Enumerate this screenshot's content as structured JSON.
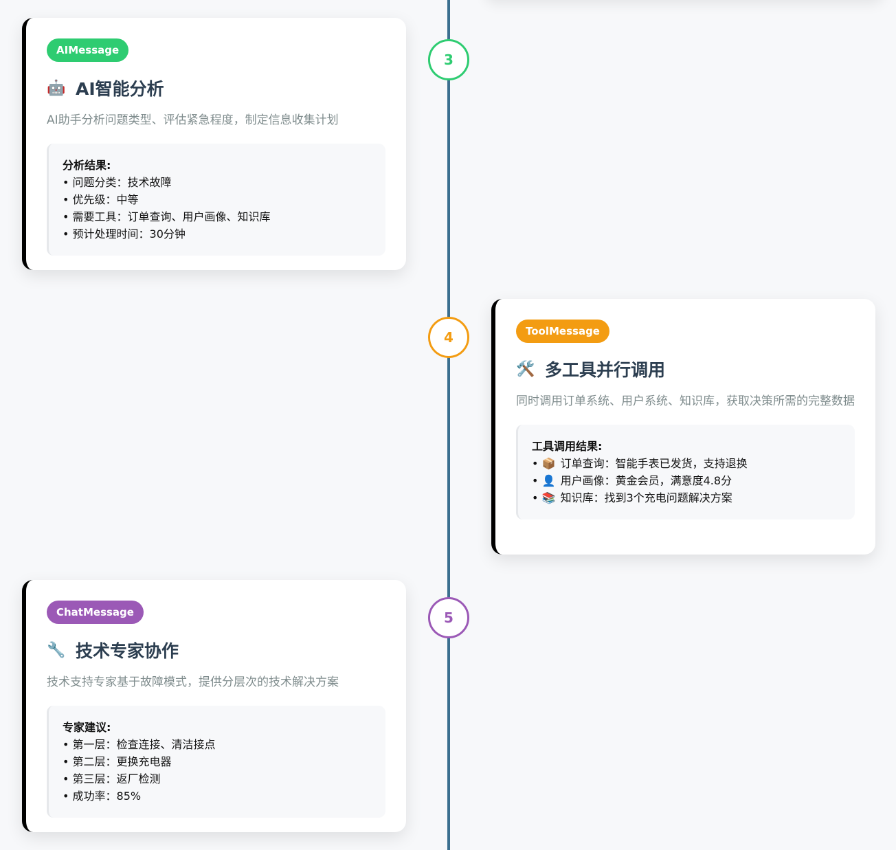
{
  "colors": {
    "timeline": "#3b6f8f",
    "ai": "#2ecc71",
    "tool": "#f39c12",
    "chat": "#9b59b6"
  },
  "steps": [
    {
      "number": "3",
      "badge": "AIMessage",
      "icon_name": "robot-icon",
      "icon": "🤖",
      "title": "AI智能分析",
      "desc": "AI助手分析问题类型、评估紧急程度，制定信息收集计划",
      "detail_label": "分析结果:",
      "detail_items": [
        "问题分类：技术故障",
        "优先级：中等",
        "需要工具：订单查询、用户画像、知识库",
        "预计处理时间：30分钟"
      ]
    },
    {
      "number": "4",
      "badge": "ToolMessage",
      "icon_name": "tools-icon",
      "icon": "🛠️",
      "title": "多工具并行调用",
      "desc": "同时调用订单系统、用户系统、知识库，获取决策所需的完整数据",
      "detail_label": "工具调用结果:",
      "detail_items": [
        {
          "icon_name": "package-icon",
          "icon": "📦",
          "text": "订单查询：智能手表已发货，支持退换"
        },
        {
          "icon_name": "user-icon",
          "icon": "👤",
          "text": "用户画像：黄金会员，满意度4.8分"
        },
        {
          "icon_name": "books-icon",
          "icon": "📚",
          "text": "知识库：找到3个充电问题解决方案"
        }
      ]
    },
    {
      "number": "5",
      "badge": "ChatMessage",
      "icon_name": "wrench-icon",
      "icon": "🔧",
      "title": "技术专家协作",
      "desc": "技术支持专家基于故障模式，提供分层次的技术解决方案",
      "detail_label": "专家建议:",
      "detail_items": [
        "第一层：检查连接、清洁接点",
        "第二层：更换充电器",
        "第三层：返厂检测",
        "成功率：85%"
      ]
    }
  ],
  "bullet": "•"
}
